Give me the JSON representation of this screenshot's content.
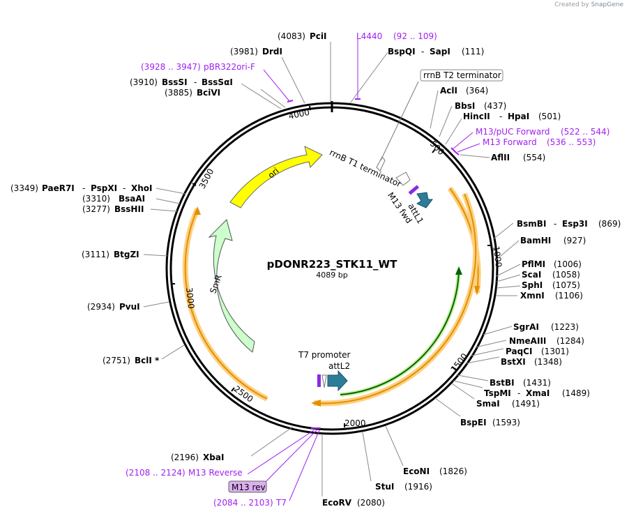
{
  "credit": {
    "prefix": "Created by",
    "brand": "SnapGene"
  },
  "plasmid": {
    "name": "pDONR223_STK11_WT",
    "length": "4089 bp"
  },
  "ticks": [
    "500",
    "1000",
    "1500",
    "2000",
    "2500",
    "3000",
    "3500",
    "4000"
  ],
  "features": {
    "ori": "ori",
    "smr": "SmR",
    "attL1": "attL1",
    "attL2": "attL2",
    "m13fwd": "M13 fwd",
    "rrnb_t1": "rrnB T1 terminator",
    "t7prom": "T7 promoter",
    "rrnb_t2": "rrnB T2 terminator",
    "m13rev_box": "M13 rev"
  },
  "enzymes": [
    {
      "id": "PciI",
      "pos": "(4083)",
      "name": "PciI"
    },
    {
      "id": "DrdI",
      "pos": "(3981)",
      "name": "DrdI"
    },
    {
      "id": "BssSI",
      "pos": "(3910)",
      "name": "BssSI",
      "sep": "-",
      "name2": "BssSαI"
    },
    {
      "id": "BciVI",
      "pos": "(3885)",
      "name": "BciVI"
    },
    {
      "id": "PaeR7I",
      "pos": "(3349)",
      "name": "PaeR7I",
      "sep": "-",
      "name2": "PspXI",
      "sep2": "-",
      "name3": "XhoI"
    },
    {
      "id": "BsaAI",
      "pos": "(3310)",
      "name": "BsaAI"
    },
    {
      "id": "BssHII",
      "pos": "(3277)",
      "name": "BssHII"
    },
    {
      "id": "BtgZI",
      "pos": "(3111)",
      "name": "BtgZI"
    },
    {
      "id": "PvuI",
      "pos": "(2934)",
      "name": "PvuI"
    },
    {
      "id": "BclI",
      "pos": "(2751)",
      "name": "BclI *"
    },
    {
      "id": "XbaI",
      "pos": "(2196)",
      "name": "XbaI"
    },
    {
      "id": "EcoRV",
      "pos": "(2080)",
      "name": "EcoRV"
    },
    {
      "id": "StuI",
      "pos": "(1916)",
      "name": "StuI"
    },
    {
      "id": "EcoNI",
      "pos": "(1826)",
      "name": "EcoNI"
    },
    {
      "id": "BspEI",
      "pos": "(1593)",
      "name": "BspEI"
    },
    {
      "id": "SmaI",
      "pos": "(1491)",
      "name": "SmaI"
    },
    {
      "id": "TspMI",
      "pos": "(1489)",
      "name": "TspMI",
      "sep": "-",
      "name2": "XmaI"
    },
    {
      "id": "BstBI",
      "pos": "(1431)",
      "name": "BstBI"
    },
    {
      "id": "BstXI",
      "pos": "(1348)",
      "name": "BstXI"
    },
    {
      "id": "PaqCI",
      "pos": "(1301)",
      "name": "PaqCI"
    },
    {
      "id": "NmeAIII",
      "pos": "(1284)",
      "name": "NmeAIII"
    },
    {
      "id": "SgrAI",
      "pos": "(1223)",
      "name": "SgrAI"
    },
    {
      "id": "XmnI",
      "pos": "(1106)",
      "name": "XmnI"
    },
    {
      "id": "SphI",
      "pos": "(1075)",
      "name": "SphI"
    },
    {
      "id": "ScaI",
      "pos": "(1058)",
      "name": "ScaI"
    },
    {
      "id": "PflMI",
      "pos": "(1006)",
      "name": "PflMI"
    },
    {
      "id": "BamHI",
      "pos": "(927)",
      "name": "BamHI"
    },
    {
      "id": "BsmBI",
      "pos": "(869)",
      "name": "BsmBI",
      "sep": "-",
      "name2": "Esp3I"
    },
    {
      "id": "AflII",
      "pos": "(554)",
      "name": "AflII"
    },
    {
      "id": "HincII",
      "pos": "(501)",
      "name": "HincII",
      "sep": "-",
      "name2": "HpaI"
    },
    {
      "id": "BbsI",
      "pos": "(437)",
      "name": "BbsI"
    },
    {
      "id": "AclI",
      "pos": "(364)",
      "name": "AclI"
    },
    {
      "id": "BspQI",
      "pos": "(111)",
      "name": "BspQI",
      "sep": "-",
      "name2": "SapI"
    }
  ],
  "primers": [
    {
      "id": "L4440",
      "name": "L4440",
      "range": "(92 .. 109)"
    },
    {
      "id": "pBR322ori",
      "name": "pBR322ori-F",
      "range": "(3928 .. 3947)"
    },
    {
      "id": "M13pUC",
      "name": "M13/pUC Forward",
      "range": "(522 .. 544)"
    },
    {
      "id": "M13F",
      "name": "M13 Forward",
      "range": "(536 .. 553)"
    },
    {
      "id": "M13R",
      "name": "M13 Reverse",
      "range": "(2108 .. 2124)"
    },
    {
      "id": "T7",
      "name": "T7",
      "range": "(2084 .. 2103)"
    }
  ],
  "colors": {
    "ori": "#ffff00",
    "smr": "#ccffcc",
    "orf": "#ffa500",
    "orf_glow": "#ffd080",
    "insert": "#006400",
    "att": "#2e7d98",
    "primer": "#a020f0",
    "backbone": "#000000"
  }
}
